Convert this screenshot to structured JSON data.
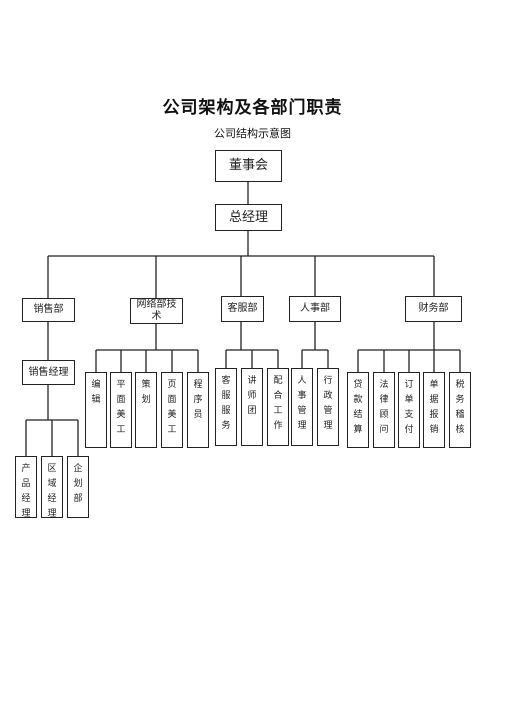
{
  "title": "公司架构及各部门职责",
  "subtitle": "公司结构示意图",
  "nodes": {
    "board": "董事会",
    "gm": "总经理",
    "sales": "销售部",
    "network": "网络部技术",
    "service": "客服部",
    "hr": "人事部",
    "finance": "财务部",
    "sales_manager": "销售经理",
    "product_manager": "产品经理",
    "regional_manager": "区域经理",
    "planning_dept": "企划部",
    "editor": "编辑",
    "graphic_art": "平面美工",
    "planning": "策划",
    "page_art": "页面美工",
    "programmer": "程序员",
    "customer_service": "客服服务",
    "lecturer_team": "讲师团",
    "coordination": "配合工作",
    "personnel_mgmt": "人事管理",
    "admin_mgmt": "行政管理",
    "loan_settlement": "贷款结算",
    "legal_advisor": "法律顾问",
    "order_payment": "订单支付",
    "reimbursement": "单据报销",
    "tax_audit": "税务稽核"
  }
}
